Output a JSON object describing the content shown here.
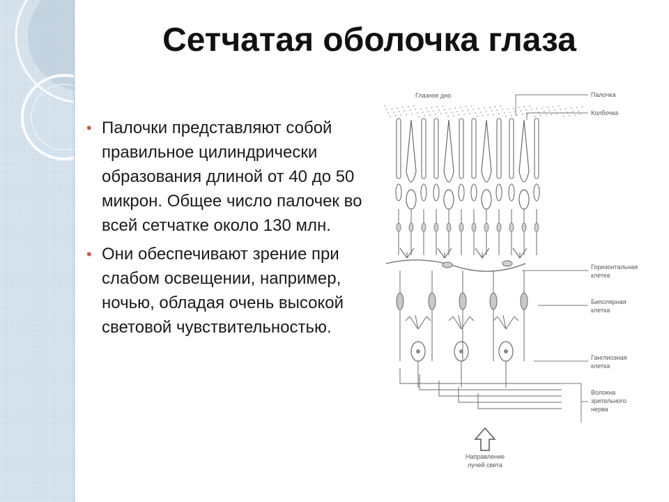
{
  "slide": {
    "title": "Сетчатая оболочка глаза",
    "bullets": [
      "Палочки представляют собой правильное цилиндрически образования длиной от 40 до 50 микрон. Общее число палочек во всей сетчатке около 130 млн.",
      "Они обеспечивают зрение при слабом освещении, например, ночью, обладая очень высокой световой чувствительностью."
    ]
  },
  "diagram": {
    "top_label": "Глазное дно",
    "labels": {
      "rod": "Палочка",
      "cone": "Колбочка",
      "horizontal_1": "Горизонтальная",
      "horizontal_2": "клетка",
      "bipolar_1": "Биполярная",
      "bipolar_2": "клетка",
      "ganglion_1": "Ганглиозная",
      "ganglion_2": "клетка",
      "fibers_1": "Волокна",
      "fibers_2": "зрительного",
      "fibers_3": "нерва"
    },
    "light_label_1": "Направление",
    "light_label_2": "лучей света"
  }
}
